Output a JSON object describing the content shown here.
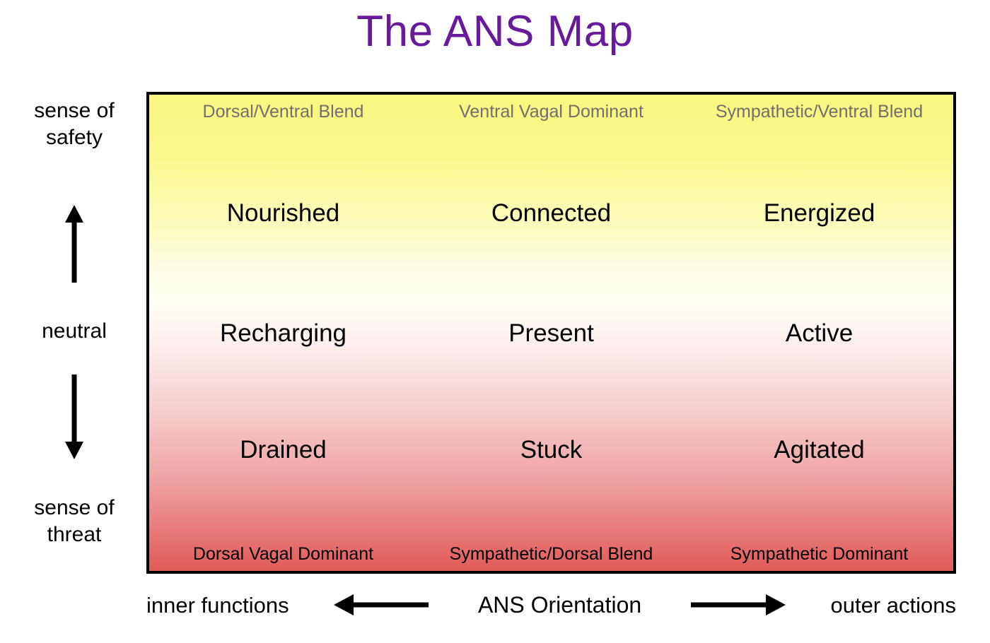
{
  "title": "The ANS Map",
  "colors": {
    "title": "#69199B",
    "top_gradient": "#F8F77F",
    "mid_gradient": "#FFFFF4",
    "bottom_gradient": "#E05B58",
    "border": "#000000",
    "top_label_text": "#6F6F6F",
    "bottom_label_text": "#000000"
  },
  "y_axis": {
    "top_label": "sense of\nsafety",
    "top_label_line1": "sense of",
    "top_label_line2": "safety",
    "middle_label": "neutral",
    "bottom_label_line1": "sense of",
    "bottom_label_line2": "threat",
    "up_arrow_icon": "arrow-up-icon",
    "down_arrow_icon": "arrow-down-icon"
  },
  "x_axis": {
    "left_label": "inner functions",
    "center_label": "ANS Orientation",
    "right_label": "outer actions",
    "left_arrow_icon": "arrow-left-icon",
    "right_arrow_icon": "arrow-right-icon"
  },
  "map": {
    "top_states": [
      "Dorsal/Ventral Blend",
      "Ventral Vagal Dominant",
      "Sympathetic/Ventral Blend"
    ],
    "bottom_states": [
      "Dorsal Vagal Dominant",
      "Sympathetic/Dorsal Blend",
      "Sympathetic Dominant"
    ],
    "rows": [
      {
        "cells": [
          "Nourished",
          "Connected",
          "Energized"
        ]
      },
      {
        "cells": [
          "Recharging",
          "Present",
          "Active"
        ]
      },
      {
        "cells": [
          "Drained",
          "Stuck",
          "Agitated"
        ]
      }
    ]
  }
}
